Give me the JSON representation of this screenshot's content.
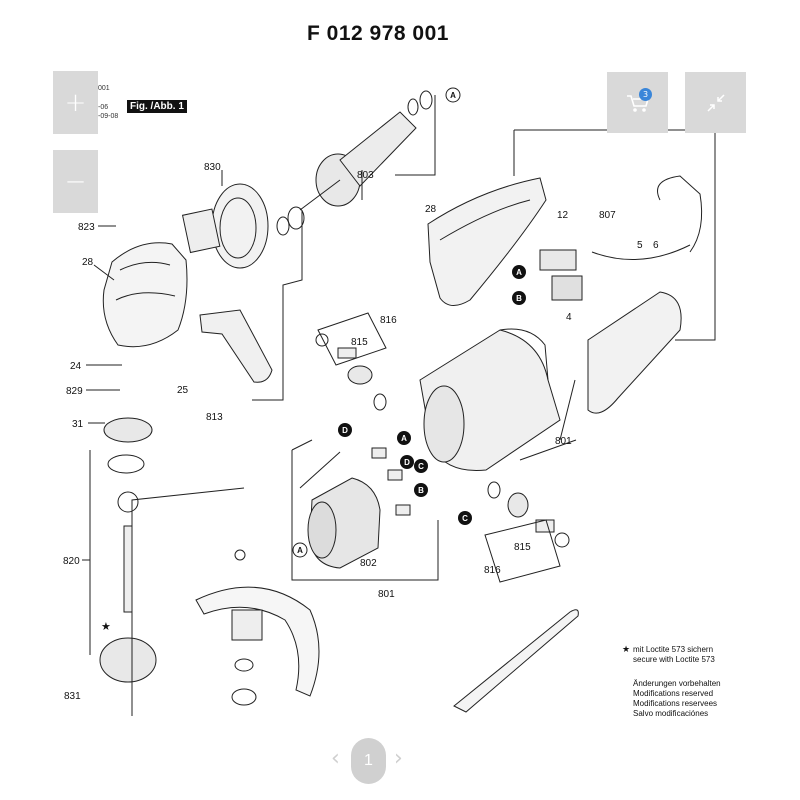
{
  "title": "F 012 978 001",
  "fig_label": "Fig. /Abb. 1",
  "meta_lines": [
    "001",
    "-06",
    "-09-08"
  ],
  "controls": {
    "zoom_in": "+",
    "zoom_out": "−",
    "cart_count": "3"
  },
  "part_labels": {
    "p830": "830",
    "p823": "823",
    "p28a": "28",
    "p24": "24",
    "p829": "829",
    "p25": "25",
    "p813": "813",
    "p31": "31",
    "p820": "820",
    "p831": "831",
    "p803": "803",
    "p28b": "28",
    "p12": "12",
    "p807": "807",
    "p5": "5",
    "p6": "6",
    "p4": "4",
    "p816a": "816",
    "p815a": "815",
    "p801a": "801",
    "p802": "802",
    "p801b": "801",
    "p815b": "815",
    "p816b": "816"
  },
  "callouts": {
    "A": "A",
    "B": "B",
    "C": "C",
    "D": "D"
  },
  "legend": {
    "star_line1": "mit Loctite 573 sichern",
    "star_line2": "secure with Loctite 573",
    "mod1": "Änderungen vorbehalten",
    "mod2": "Modifications reserved",
    "mod3": "Modifications reservees",
    "mod4": "Salvo modificaciónes"
  },
  "pager": {
    "current": "1",
    "prev": "‹",
    "next": "›"
  },
  "colors": {
    "control_bg": "#d9d9d9",
    "badge": "#3a86d9",
    "pager_bg": "#d0d0d0"
  }
}
